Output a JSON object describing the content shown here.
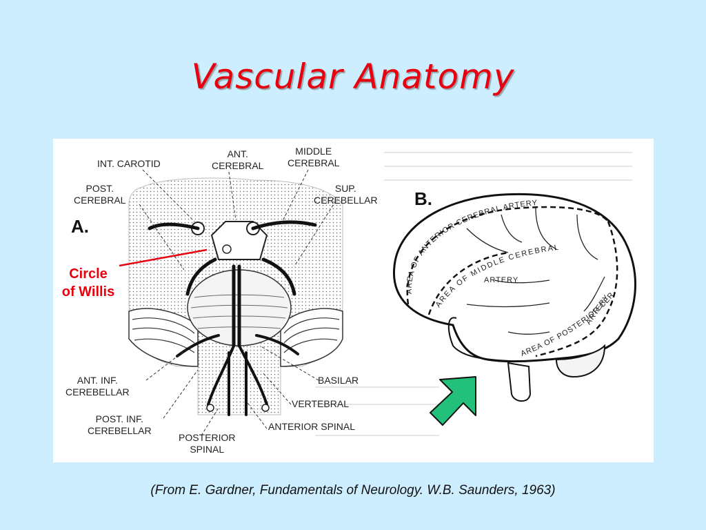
{
  "slide": {
    "title": "Vascular Anatomy",
    "caption": "(From E. Gardner, Fundamentals of Neurology. W.B. Saunders, 1963)",
    "callout": {
      "line1": "Circle",
      "line2": "of Willis"
    },
    "accent_color": "#e8000e",
    "background_color": "#cdeefe",
    "arrow_color": "#22c07a"
  },
  "figure": {
    "panel_a": "A.",
    "panel_b": "B.",
    "labels_a": {
      "int_carotid": "INT. CAROTID",
      "ant_cerebral_1": "ANT.",
      "ant_cerebral_2": "CEREBRAL",
      "middle_cerebral_1": "MIDDLE",
      "middle_cerebral_2": "CEREBRAL",
      "post_cerebral_1": "POST.",
      "post_cerebral_2": "CEREBRAL",
      "sup_cerebellar_1": "SUP.",
      "sup_cerebellar_2": "CEREBELLAR",
      "ant_inf_cerebellar_1": "ANT. INF.",
      "ant_inf_cerebellar_2": "CEREBELLAR",
      "post_inf_cerebellar_1": "POST. INF.",
      "post_inf_cerebellar_2": "CEREBELLAR",
      "basilar": "BASILAR",
      "vertebral": "VERTEBRAL",
      "anterior_spinal": "ANTERIOR SPINAL",
      "posterior_spinal_1": "POSTERIOR",
      "posterior_spinal_2": "SPINAL"
    },
    "labels_b": {
      "area_anterior": "AREA OF ANTERIOR CEREBRAL ARTERY",
      "area_middle_1": "AREA OF MIDDLE CEREBRAL",
      "area_middle_2": "ARTERY",
      "area_posterior_1": "AREA OF POSTERIOR CEREBRAL",
      "area_posterior_2": "ARTERY"
    }
  }
}
